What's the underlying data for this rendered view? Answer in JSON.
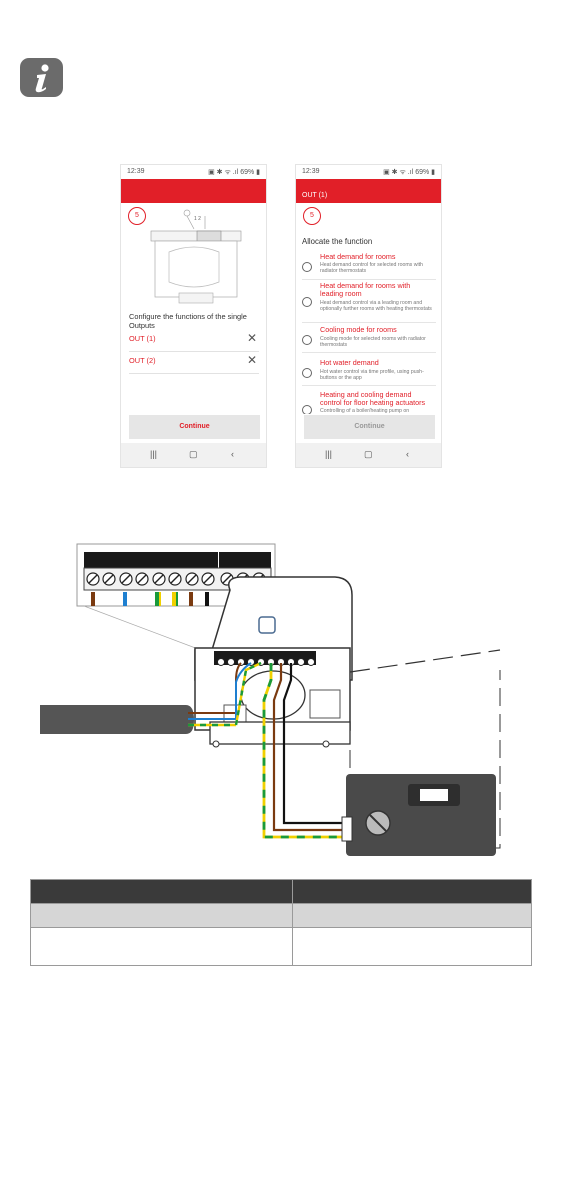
{
  "phone_left": {
    "status_time": "12:39",
    "status_icons": "▣ ✱ ᯤ .ıl 69% ▮",
    "step": "5",
    "config_text": "Configure the functions of the single Outputs",
    "outputs": [
      {
        "label": "OUT (1)"
      },
      {
        "label": "OUT (2)"
      }
    ],
    "continue_label": "Continue"
  },
  "phone_right": {
    "status_time": "12:39",
    "status_icons": "▣ ✱ ᯤ .ıl 69% ▮",
    "header_title": "OUT (1)",
    "step": "5",
    "allocate_label": "Allocate the function",
    "functions": [
      {
        "title": "Heat demand for rooms",
        "desc": "Heat demand control for selected rooms with radiator thermostats"
      },
      {
        "title": "Heat demand for rooms with leading room",
        "desc": "Heat demand control via a leading room and optionally further rooms with heating thermostats"
      },
      {
        "title": "Cooling mode for rooms",
        "desc": "Cooling mode for selected rooms with radiator thermostats"
      },
      {
        "title": "Hot water demand",
        "desc": "Hot water control via time profile, using push-buttons or the app"
      },
      {
        "title": "Heating and cooling demand control for floor heating actuators",
        "desc": "Controlling of a boiler/heating pump on"
      }
    ],
    "continue_label": "Continue"
  },
  "nav_icons": [
    "recents-icon",
    "home-icon",
    "back-icon"
  ],
  "colors": {
    "accent": "#e11f28",
    "icon_gray": "#6b6b6b",
    "table_header": "#3a3a3a"
  }
}
